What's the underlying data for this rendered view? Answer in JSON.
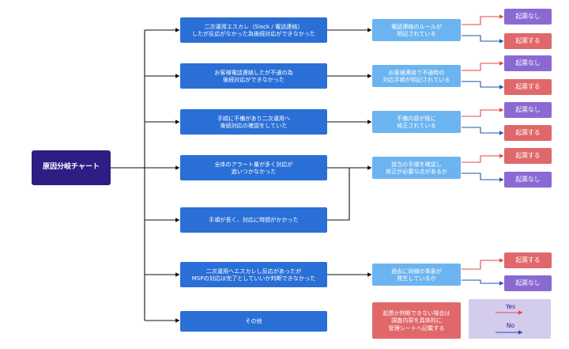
{
  "root": {
    "label": "原因分岐チャート"
  },
  "causes": [
    {
      "label": "二次運用エスカレ（Slack / 電話連絡）\nしたが反応がなかった為後続対応ができなかった"
    },
    {
      "label": "お客様電話連絡したが不通の為\n後続対応ができなかった"
    },
    {
      "label": "手順に不備があり二次運用へ\n後続対応の確認をしていた"
    },
    {
      "label": "全体のアラート量が多く対応が\n追いつかなかった"
    },
    {
      "label": "手順が長く、対応に時間がかかった"
    },
    {
      "label": "二次運用へエスカレし反応があったが\nMSPの対応は完了としていいか判断できなかった"
    },
    {
      "label": "その他"
    }
  ],
  "checks": [
    {
      "label": "電話連絡のルールが\n明記されている"
    },
    {
      "label": "お客様連絡で不通時の\n対応手順が明記されている"
    },
    {
      "label": "不備内容が既に\n修正されている"
    },
    {
      "label": "該当の手順を確認し\n修正が必要な点があるか"
    },
    {
      "label": "過去に同様の事象が\n発生しているか"
    }
  ],
  "results": [
    {
      "label": "起票なし"
    },
    {
      "label": "起票する"
    },
    {
      "label": "起票なし"
    },
    {
      "label": "起票する"
    },
    {
      "label": "起票なし"
    },
    {
      "label": "起票する"
    },
    {
      "label": "起票する"
    },
    {
      "label": "起票なし"
    },
    {
      "label": "起票する"
    },
    {
      "label": "起票なし"
    }
  ],
  "other_note": {
    "label": "起票か判断できない場合は\n調査内容を具体的に\n管理シートへ記載する"
  },
  "legend": {
    "yes_label": "Yes",
    "no_label": "No",
    "yes_color": "#e8454a",
    "no_color": "#2a4fb0"
  },
  "colors": {
    "root": "#2e1d82",
    "cause": "#2a6fd6",
    "check": "#6cb4f0",
    "result_no": "#8a6ad2",
    "result_yes": "#e0686b",
    "legend_bg": "#d3ccec"
  }
}
